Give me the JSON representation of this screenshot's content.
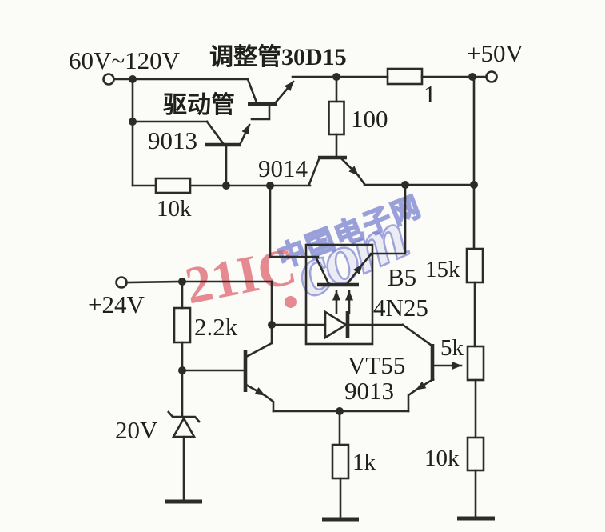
{
  "labels": {
    "input_voltage": "60V~120V",
    "pass_transistor": "调整管30D15",
    "driver_name": "驱动管",
    "driver_model": "9013",
    "bias_resistor": "10k",
    "error_transistor": "9014",
    "collector_resistor": "100",
    "sense_resistor": "1",
    "output_voltage": "+50V",
    "upper_divider_resistor": "15k",
    "opto_designator": "B5",
    "opto_model": "4N25",
    "potentiometer": "5k",
    "comparator_designator": "VT55",
    "comparator_model": "9013",
    "base_resistor": "2.2k",
    "aux_voltage": "+24V",
    "zener_voltage": "20V",
    "emitter_resistor": "1k",
    "lower_divider_resistor": "10k"
  },
  "watermark": {
    "site_cjk": "中国电子网",
    "brand_red": "21IC",
    "brand_script": "com",
    "red_color": "#db5460",
    "blue_color": "#7e85d0"
  },
  "colors": {
    "ink": "#2b2b27",
    "background": "#fbfbf8"
  }
}
